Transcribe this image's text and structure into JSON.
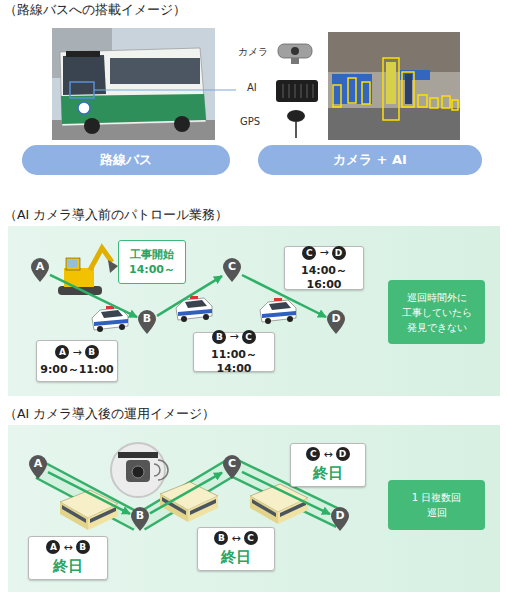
{
  "diagram": {
    "nodes": [
      {
        "text": [
          "路線バス"
        ]
      },
      {
        "text": [
          "カメラ + AI"
        ]
      },
      {
        "text": [
          "（AI カメラ導入前のパトロール業務）"
        ]
      },
      {
        "text": [
          "A"
        ],
        "in": 2
      },
      {
        "text": [
          "B"
        ],
        "in": 2
      },
      {
        "text": [
          "C"
        ],
        "in": 2
      },
      {
        "text": [
          "D"
        ],
        "in": 2
      },
      {
        "text": [
          "工事開始",
          "14:00～"
        ],
        "in": 2
      },
      {
        "text": [
          "A",
          "→",
          "B",
          "9:00～11:00"
        ],
        "in": 2
      },
      {
        "text": [
          "B",
          "→",
          "C",
          "11:00～14:00"
        ],
        "in": 2
      },
      {
        "text": [
          "C",
          "→",
          "D",
          "14:00～16:00"
        ],
        "in": 2
      },
      {
        "text": [
          "巡回時間外に 工事していたら 発見できない"
        ],
        "in": 2
      },
      {
        "text": [
          "（AI カメラ導入後の運用イメージ）"
        ]
      },
      {
        "text": [
          "A"
        ],
        "in": 12
      },
      {
        "text": [
          "B"
        ],
        "in": 12
      },
      {
        "text": [
          "C"
        ],
        "in": 12
      },
      {
        "text": [
          "D"
        ],
        "in": 12
      },
      {
        "text": [
          "A",
          "↔",
          "B",
          "終日"
        ],
        "in": 12
      },
      {
        "text": [
          "B",
          "↔",
          "C",
          "終日"
        ],
        "in": 12
      },
      {
        "text": [
          "C",
          "↔",
          "D",
          "終日"
        ],
        "in": 12
      },
      {
        "text": [
          "1 日複数回 巡回"
        ],
        "in": 12
      }
    ],
    "edges": [
      {
        "from": 3,
        "to": 4,
        "arrow": "to"
      },
      {
        "from": 4,
        "to": 5,
        "arrow": "to"
      },
      {
        "from": 5,
        "to": 6,
        "arrow": "to"
      },
      {
        "from": 13,
        "to": 14,
        "arrow": "to"
      },
      {
        "from": 14,
        "to": 15,
        "arrow": "to"
      },
      {
        "from": 15,
        "to": 16,
        "arrow": "to"
      }
    ],
    "labels": [
      "（路線バスへの搭載イメージ）",
      "カメラ",
      "AI",
      "GPS"
    ]
  }
}
